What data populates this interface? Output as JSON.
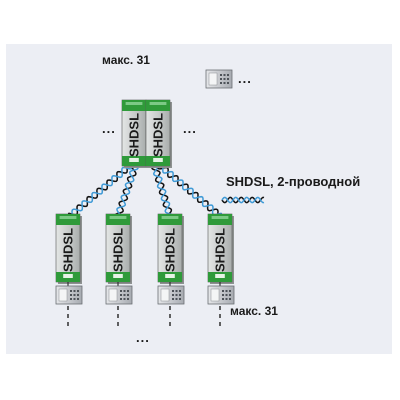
{
  "diagram": {
    "top_label": "макс. 31",
    "bottom_label": "макс. 31",
    "legend_label": "SHDSL, 2-проводной",
    "module_text": "SHDSL",
    "ellipsis": "...",
    "colors": {
      "background": "#eceef4",
      "module_green": "#2f9a3a",
      "module_body": "#cfd3d2",
      "wire_blue": "#3f9ad6",
      "wire_black": "#111111",
      "device_body": "#c9ccd0"
    },
    "icons": [
      "modem-device-icon",
      "shdsl-module-icon",
      "twisted-pair-cable-icon"
    ]
  }
}
